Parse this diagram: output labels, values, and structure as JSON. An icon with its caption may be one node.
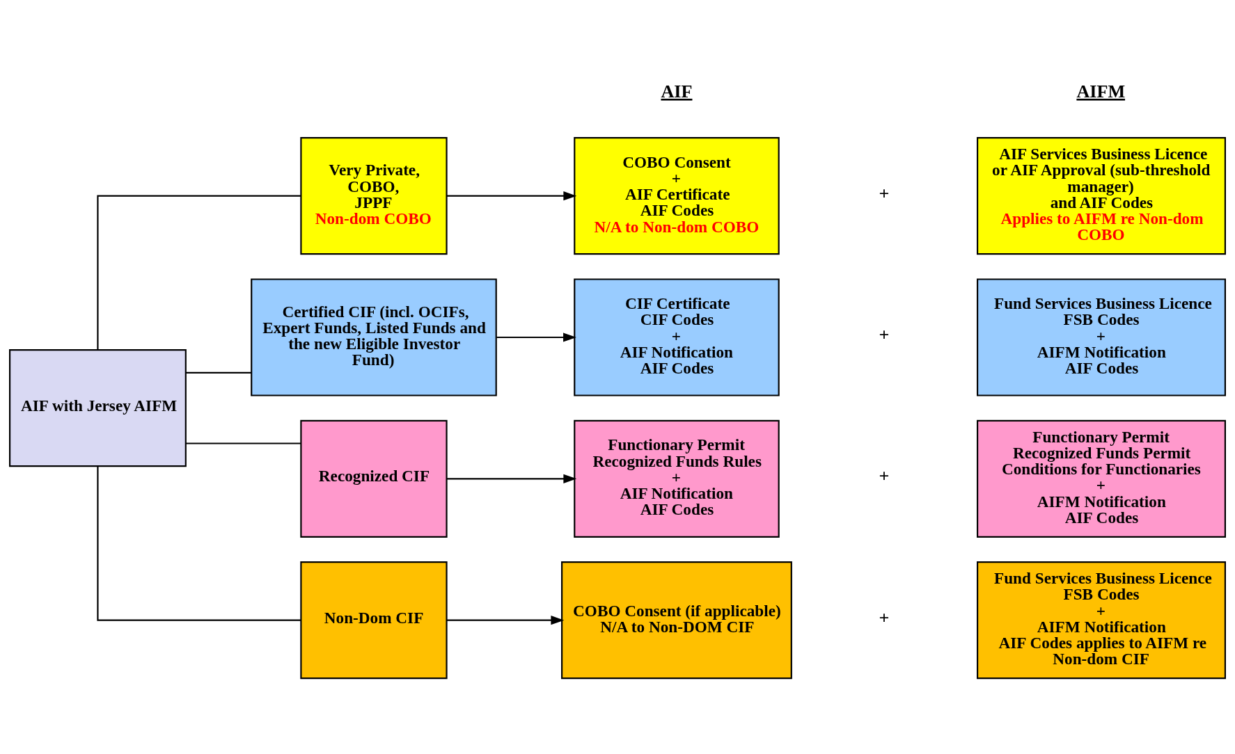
{
  "diagram": {
    "nodes": [
      {
        "text": [
          "AIF with Jersey AIFM"
        ]
      },
      {
        "text": [
          "Very Private,",
          "COBO,",
          "JPPF",
          "Non-dom COBO"
        ]
      },
      {
        "text": [
          "COBO Consent",
          "+",
          "AIF Certificate",
          "AIF Codes",
          "N/A to Non-dom COBO"
        ]
      },
      {
        "text": [
          "AIF Services Business Licence or AIF Approval (sub-threshold manager)",
          "and AIF Codes",
          "Applies to AIFM re Non-dom COBO"
        ]
      },
      {
        "text": [
          "Certified CIF (incl. OCIFs, Expert Funds, Listed Funds and the new Eligible Investor Fund)"
        ]
      },
      {
        "text": [
          "CIF Certificate",
          "CIF Codes",
          "+",
          "AIF Notification",
          "AIF Codes"
        ]
      },
      {
        "text": [
          "Fund Services Business Licence",
          "FSB Codes",
          "+",
          "AIFM Notification",
          "AIF Codes"
        ]
      },
      {
        "text": [
          "Recognized CIF"
        ]
      },
      {
        "text": [
          "Functionary Permit",
          "Recognized Funds Rules",
          "+",
          "AIF Notification",
          "AIF Codes"
        ]
      },
      {
        "text": [
          "Functionary Permit",
          "Recognized Funds Permit",
          "Conditions for Functionaries",
          "+",
          "AIFM Notification",
          "AIF Codes"
        ]
      },
      {
        "text": [
          "Non-Dom CIF"
        ]
      },
      {
        "text": [
          "COBO Consent (if applicable)",
          "N/A to Non-DOM CIF"
        ]
      },
      {
        "text": [
          "Fund Services Business Licence",
          "FSB Codes",
          "+",
          "AIFM Notification",
          "AIF Codes applies to AIFM re Non-dom CIF"
        ]
      }
    ],
    "edges": [
      {
        "from": 0,
        "to": 1,
        "arrow": "none"
      },
      {
        "from": 0,
        "to": 4,
        "arrow": "none"
      },
      {
        "from": 0,
        "to": 7,
        "arrow": "none"
      },
      {
        "from": 0,
        "to": 10,
        "arrow": "none"
      },
      {
        "from": 1,
        "to": 2,
        "arrow": "to"
      },
      {
        "from": 4,
        "to": 5,
        "arrow": "to"
      },
      {
        "from": 7,
        "to": 8,
        "arrow": "to"
      },
      {
        "from": 10,
        "to": 11,
        "arrow": "to"
      }
    ],
    "labels": [
      "AIF",
      "AIFM",
      "+",
      "+",
      "+",
      "+"
    ]
  }
}
